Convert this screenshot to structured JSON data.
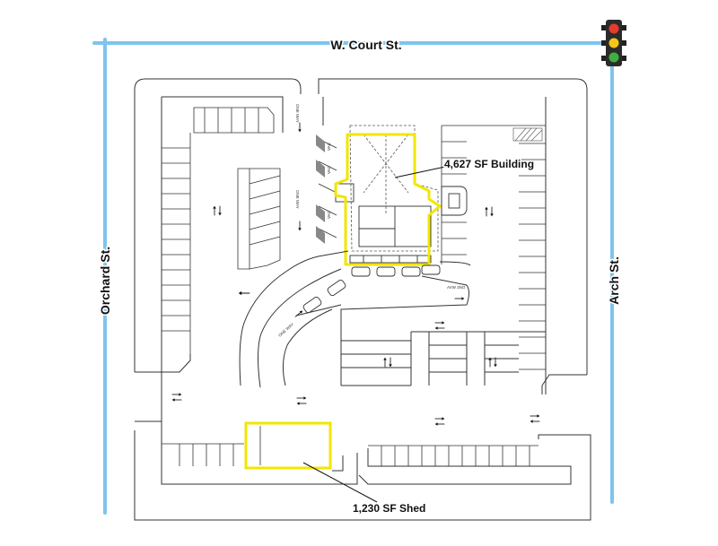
{
  "streets": {
    "north": "W. Court St.",
    "west": "Orchard St.",
    "east": "Arch St."
  },
  "callouts": {
    "building": "4,627 SF Building",
    "shed": "1,230 SF Shed"
  },
  "pavement_marks": {
    "one_way": "ONE WAY",
    "one_way_reversed": "AVW 3NO",
    "vac": "VAC"
  },
  "colors": {
    "street_line": "#7ec4ee",
    "highlight": "#f2e600",
    "linework": "#333333",
    "arrow": "#111111"
  },
  "icons": {
    "traffic_signal": "traffic-light-icon"
  }
}
